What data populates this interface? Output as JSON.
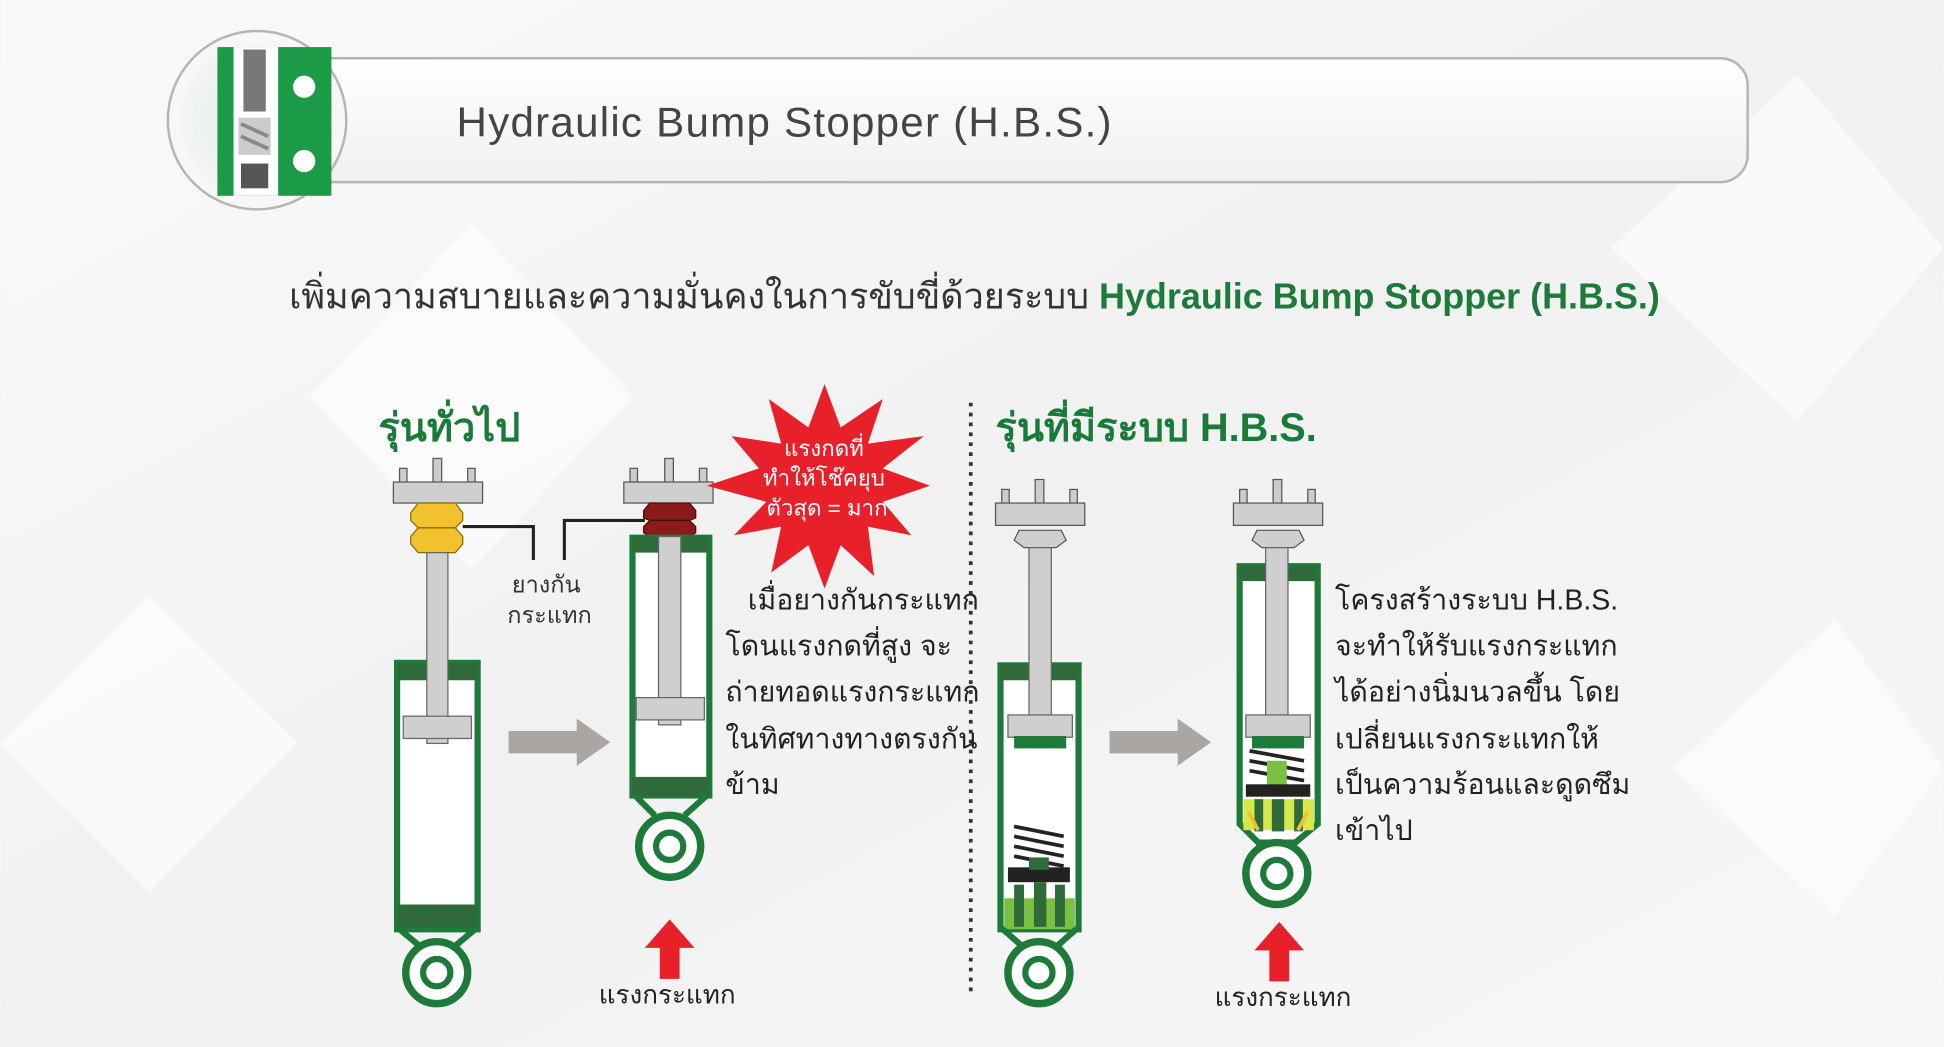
{
  "header": {
    "title": "Hydraulic Bump Stopper (H.B.S.)"
  },
  "subtitle": {
    "thai": "เพิ่มความสบายและความมั่นคงในการขับขี่ด้วยระบบ",
    "highlight": "Hydraulic Bump Stopper (H.B.S.)"
  },
  "left": {
    "heading": "รุ่นทั่วไป",
    "callout_label": [
      "ยางกัน",
      "กระแทก"
    ],
    "burst_text": [
      "แรงกดที่",
      "ทำให้โช๊คยุบ",
      "ตัวสุด = มาก"
    ],
    "description": [
      "เมื่อยางกันกระแทก",
      "โดนแรงกดที่สูง จะ",
      "ถ่ายทอดแรงกระแทก",
      "ในทิศทางทางตรงกัน",
      "ข้าม"
    ],
    "force_label": "แรงกระแทก"
  },
  "right": {
    "heading": "รุ่นที่มีระบบ H.B.S.",
    "description": [
      "โครงสร้างระบบ H.B.S.",
      "จะทำให้รับแรงกระแทก",
      "ได้อย่างนิ่มนวลขึ้น โดย",
      "เปลี่ยนแรงกระแทกให้",
      "เป็นความร้อนและดูดซึม",
      "เข้าไป"
    ],
    "force_label": "แรงกระแทก"
  },
  "colors": {
    "green": "#1e7a3a",
    "dark_green": "#2f6b3a",
    "red": "#e8202a",
    "yellow": "#f2c12e",
    "bump_red": "#8b1a1a",
    "gray": "#cfcfcf",
    "arrow_gray": "#a9a6a4"
  }
}
